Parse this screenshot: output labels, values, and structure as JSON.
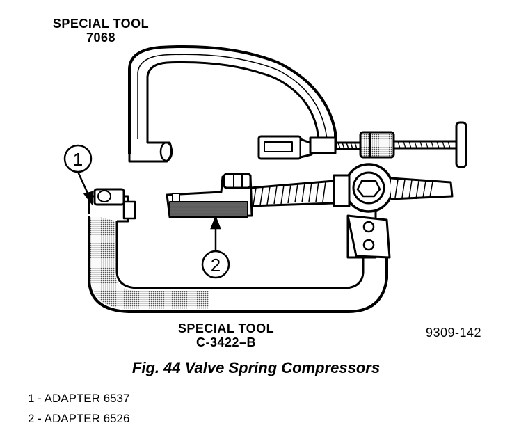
{
  "labels": {
    "top_tool": [
      "SPECIAL TOOL",
      "7068"
    ],
    "bottom_tool": [
      "SPECIAL TOOL",
      "C-3422–B"
    ],
    "figure_id": "9309-142"
  },
  "callouts": [
    "1",
    "2"
  ],
  "caption": "Fig. 44 Valve Spring Compressors",
  "legend": [
    "1 - ADAPTER 6537",
    "2 - ADAPTER 6526"
  ]
}
